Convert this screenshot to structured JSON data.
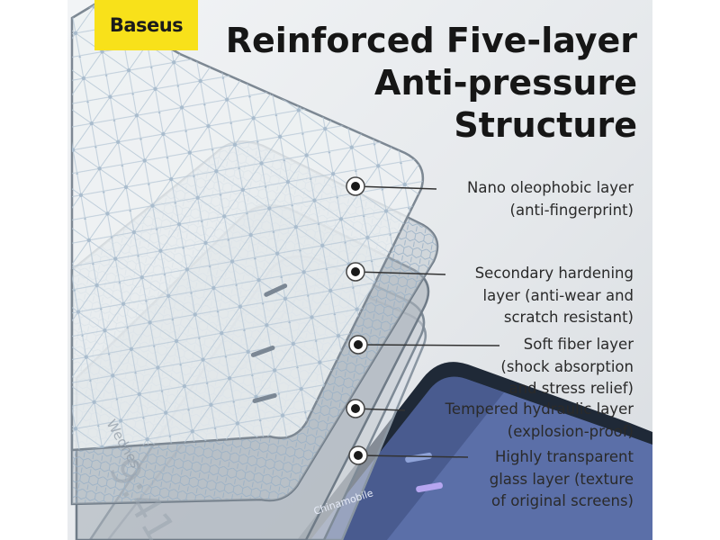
{
  "brand": {
    "logo_text": "Baseus"
  },
  "headline": {
    "line1": "Reinforced Five-layer",
    "line2": "Anti-pressure",
    "line3": "Structure"
  },
  "layers": [
    {
      "line1": "Nano oleophobic layer",
      "line2": "(anti-fingerprint)"
    },
    {
      "line1": "Secondary hardening",
      "line2": "layer (anti-wear and",
      "line3": "scratch resistant)"
    },
    {
      "line1": "Soft fiber layer",
      "line2": "(shock absorption",
      "line3": "and stress relief)"
    },
    {
      "line1": "Tempered hydraulic layer",
      "line2": "(explosion-proof)"
    },
    {
      "line1": "Highly transparent",
      "line2": "glass layer (texture",
      "line3": "of original screens)"
    }
  ],
  "phone_screen": {
    "carrier": "Chinamobile",
    "weekday_fragment": "Wednes",
    "time_fragment": "9:41"
  },
  "colors": {
    "logo_bg": "#f8e11a",
    "phone_body": "#1f2937",
    "screen": "#5b6fa8"
  }
}
